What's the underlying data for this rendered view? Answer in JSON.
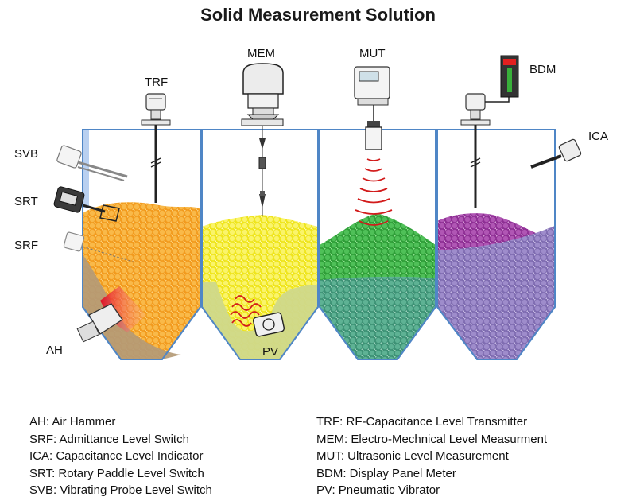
{
  "title": "Solid Measurement Solution",
  "labels": {
    "trf": "TRF",
    "mem": "MEM",
    "mut": "MUT",
    "bdm": "BDM",
    "ica": "ICA",
    "svb": "SVB",
    "srt": "SRT",
    "srf": "SRF",
    "ah": "AH",
    "pv": "PV"
  },
  "legend_left": [
    "AH: Air Hammer",
    "SRF: Admittance Level Switch",
    "ICA: Capacitance Level Indicator",
    "SRT: Rotary Paddle Level Switch",
    "SVB: Vibrating Probe Level Switch"
  ],
  "legend_right": [
    "TRF: RF-Capacitance Level Transmitter",
    "MEM: Electro-Mechnical Level Measurment",
    "MUT: Ultrasonic Level Measurement",
    "BDM: Display Panel Meter",
    "PV: Pneumatic Vibrator"
  ],
  "colors": {
    "silo_outline": "#4f86c6",
    "orange": "#f7a52a",
    "yellow": "#f5ef2c",
    "green": "#3cb043",
    "teal": "#4aa383",
    "purple": "#9b3da0",
    "lavender": "#8f7bbd",
    "tan": "#b49a76"
  }
}
